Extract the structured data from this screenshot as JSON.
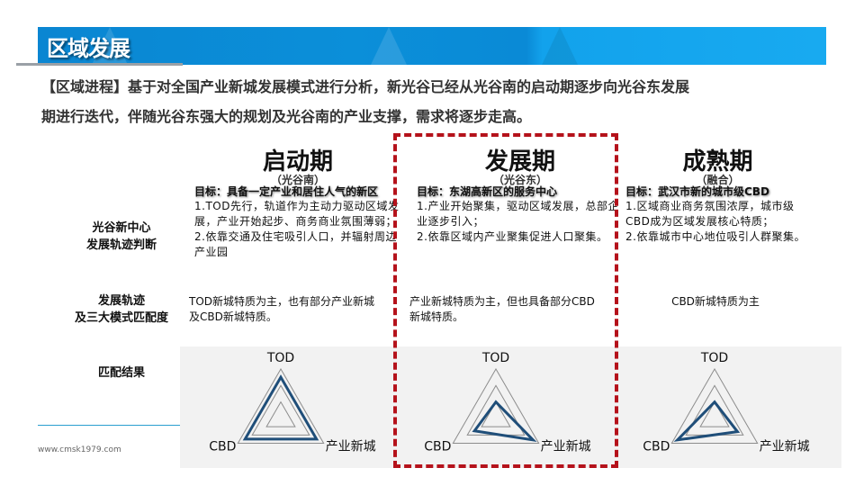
{
  "header": {
    "title": "区域发展",
    "band_color": "#0a86d2"
  },
  "intro": {
    "line1": "【区域进程】基于对全国产业新城发展模式进行分析，新光谷已经从光谷南的启动期逐步向光谷东发展",
    "line2": "期进行迭代，伴随光谷东强大的规划及光谷南的产业支撑，需求将逐步走高。"
  },
  "row_labels": {
    "judgement_1": "光谷新中心",
    "judgement_2": "发展轨迹判断",
    "track_1": "发展轨迹",
    "track_2": "及三大模式匹配度",
    "result": "匹配结果"
  },
  "stages": [
    {
      "name": "启动期",
      "sub": "（光谷南）",
      "goal": "目标：具备一定产业和居住人气的新区",
      "desc": "1.TOD先行，轨道作为主动力驱动区域发展，产业开始起步、商务商业氛围薄弱；\n2.依靠交通及住宅吸引人口，并辐射周边产业园",
      "track": "TOD新城特质为主，也有部分产业新城及CBD新城特质。",
      "highlighted": false
    },
    {
      "name": "发展期",
      "sub": "（光谷东）",
      "goal": "目标：东湖高新区的服务中心",
      "desc": "1.产业开始聚集，驱动区域发展，总部企业逐步引入；\n2.依靠区域内产业聚集促进人口聚集。",
      "track": "产业新城特质为主，但也具备部分CBD新城特质。",
      "highlighted": true
    },
    {
      "name": "成熟期",
      "sub": "（融合）",
      "goal": "目标：武汉市新的城市级CBD",
      "desc": "1.区域商业商务氛围浓厚，城市级CBD成为区域发展核心特质；\n2.依靠城市中心地位吸引人群聚集。",
      "track": "CBD新城特质为主",
      "highlighted": false
    }
  ],
  "chart_data": [
    {
      "type": "radar",
      "axes": [
        "TOD",
        "产业新城",
        "CBD"
      ],
      "range": [
        0,
        3
      ],
      "rings": 3,
      "values": [
        2.5,
        2.5,
        2.5
      ],
      "line_color": "#1f4e79"
    },
    {
      "type": "radar",
      "axes": [
        "TOD",
        "产业新城",
        "CBD"
      ],
      "range": [
        0,
        3
      ],
      "rings": 3,
      "values": [
        1,
        2.6,
        1.5
      ],
      "line_color": "#1f4e79"
    },
    {
      "type": "radar",
      "axes": [
        "TOD",
        "产业新城",
        "CBD"
      ],
      "range": [
        0,
        3
      ],
      "rings": 3,
      "values": [
        1,
        1.6,
        2.6
      ],
      "line_color": "#1f4e79"
    }
  ],
  "highlight_color": "#b5121b",
  "footer": {
    "url": "www.cmsk1979.com"
  }
}
